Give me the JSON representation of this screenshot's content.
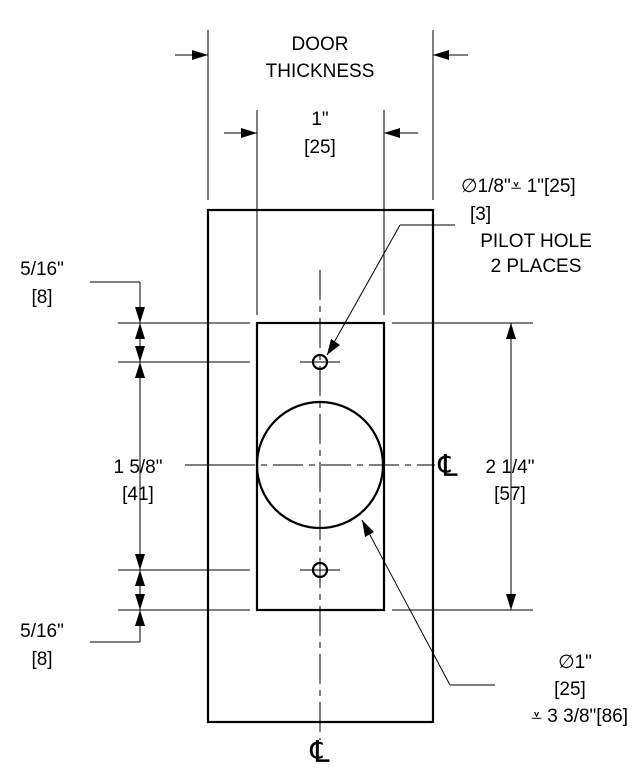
{
  "labels": {
    "door_thickness_line1": "DOOR",
    "door_thickness_line2": "THICKNESS",
    "offset_in": "1\"",
    "offset_mm": "[25]",
    "pilot_callout_in": "∅1/8\"⩡ 1\"[25]",
    "pilot_callout_mm": "[3]",
    "pilot_line1": "PILOT HOLE",
    "pilot_line2": "2 PLACES",
    "top_edge_in": "5/16\"",
    "top_edge_mm": "[8]",
    "spacing_in": "1 5/8\"",
    "spacing_mm": "[41]",
    "bottom_edge_in": "5/16\"",
    "bottom_edge_mm": "[8]",
    "height_in": "2 1/4\"",
    "height_mm": "[57]",
    "bore_in": "∅1\"",
    "bore_mm": "[25]",
    "bore_depth": "⩡ 3 3/8\"[86]",
    "centerline_right": "℄",
    "centerline_bottom": "℄"
  }
}
